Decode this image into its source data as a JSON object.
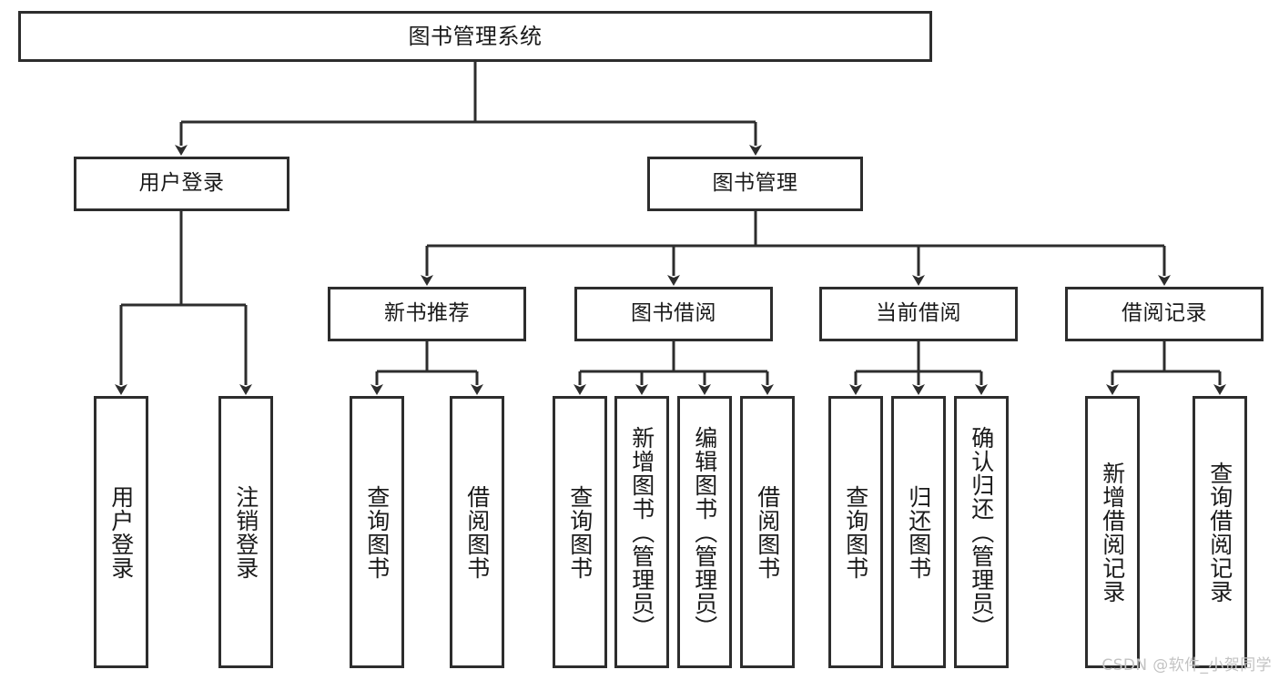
{
  "diagram": {
    "title": "图书管理系统",
    "type": "hierarchy-tree",
    "watermark": "CSDN @软件_小贺同学",
    "colors": {
      "border": "#2d2d2d",
      "background": "#ffffff",
      "text": "#1a1a1a",
      "connector": "#2d2d2d",
      "watermark": "#c3c3c3"
    },
    "nodes": {
      "root": {
        "label": "图书管理系统"
      },
      "level2": [
        {
          "key": "user-login",
          "label": "用户登录"
        },
        {
          "key": "book-management",
          "label": "图书管理"
        }
      ],
      "level3": [
        {
          "key": "new-book-recommend",
          "label": "新书推荐"
        },
        {
          "key": "book-borrow",
          "label": "图书借阅"
        },
        {
          "key": "current-borrow",
          "label": "当前借阅"
        },
        {
          "key": "borrow-record",
          "label": "借阅记录"
        }
      ],
      "leaves": {
        "user-login": [
          {
            "key": "leaf-user-login",
            "label": "用户登录"
          },
          {
            "key": "leaf-logout-login",
            "label": "注销登录"
          }
        ],
        "new-book-recommend": [
          {
            "key": "leaf-query-book-1",
            "label": "查询图书"
          },
          {
            "key": "leaf-borrow-book-1",
            "label": "借阅图书"
          }
        ],
        "book-borrow": [
          {
            "key": "leaf-query-book-2",
            "label": "查询图书"
          },
          {
            "key": "leaf-add-book",
            "label": "新增图书（管理员）"
          },
          {
            "key": "leaf-edit-book",
            "label": "编辑图书（管理员）"
          },
          {
            "key": "leaf-borrow-book-2",
            "label": "借阅图书"
          }
        ],
        "current-borrow": [
          {
            "key": "leaf-query-book-3",
            "label": "查询图书"
          },
          {
            "key": "leaf-return-book",
            "label": "归还图书"
          },
          {
            "key": "leaf-confirm-return",
            "label": "确认归还（管理员）"
          }
        ],
        "borrow-record": [
          {
            "key": "leaf-add-borrow-record",
            "label": "新增借阅记录"
          },
          {
            "key": "leaf-query-borrow-record",
            "label": "查询借阅记录"
          }
        ]
      }
    }
  }
}
